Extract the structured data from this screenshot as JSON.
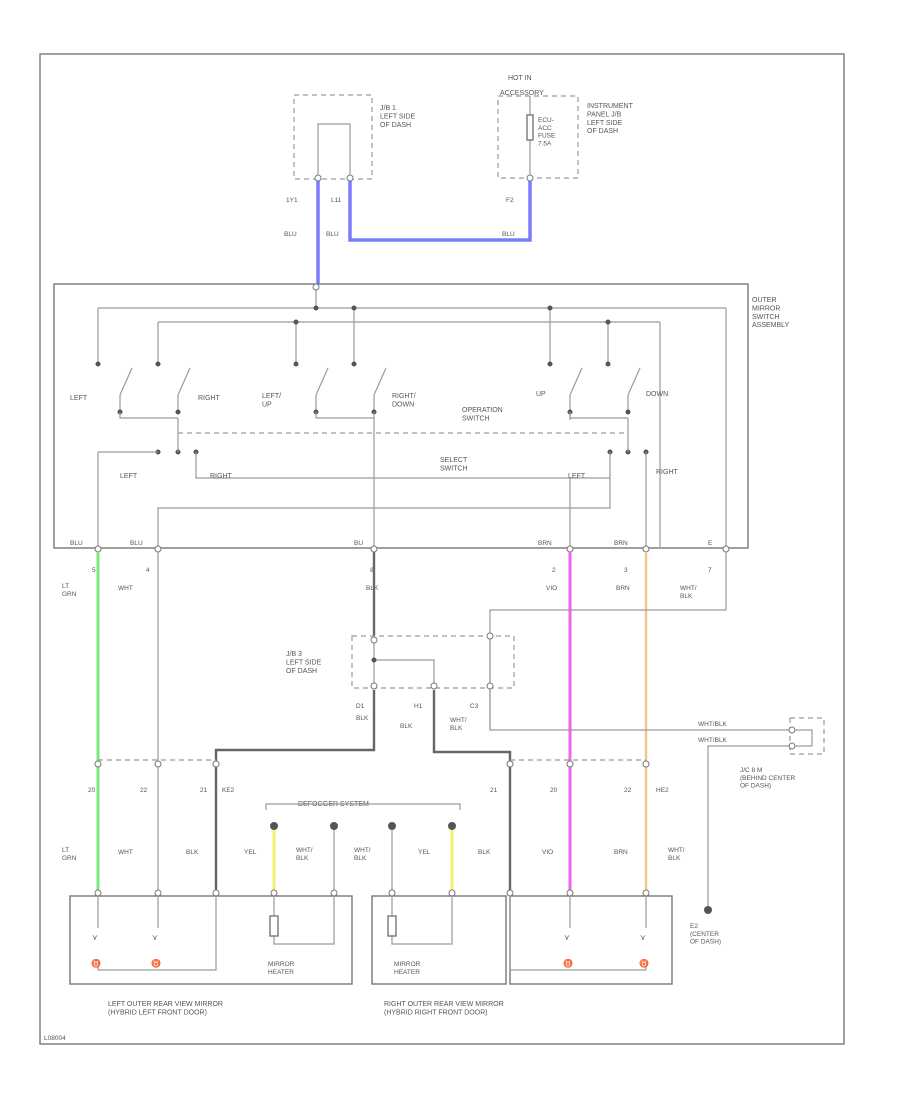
{
  "colors": {
    "blu": "#7b7bff",
    "grn": "#78e878",
    "vio": "#ee66ee",
    "brn": "#f0c890",
    "yel": "#f0f070",
    "grey": "#8a8a8a"
  },
  "top": {
    "jb1": "J/B 1\nLEFT SIDE\nOF DASH",
    "hot_in": "HOT IN",
    "hot_in_sub": "ACCESSORY",
    "fuse": "ECU-\nACC\nFUSE\n7.5A",
    "ipjb": "INSTRUMENT\nPANEL J/B\nLEFT SIDE\nOF DASH",
    "pins": {
      "l1a": "1Y1",
      "l1b": "L11",
      "f2": "F2"
    },
    "wires": {
      "blu1": "BLU",
      "blu2": "BLU",
      "blu3": "BLU"
    }
  },
  "switch": {
    "assembly": "OUTER\nMIRROR\nSWITCH\nASSEMBLY",
    "left": "LEFT",
    "right": "RIGHT",
    "left_up": "LEFT/\nUP",
    "right_down": "RIGHT/\nDOWN",
    "up": "UP",
    "down": "DOWN",
    "operation": "OPERATION\nSWITCH",
    "select": "SELECT\nSWITCH",
    "sel_left": "LEFT",
    "sel_right": "RIGHT",
    "sel_left2": "LEFT",
    "sel_right2": "RIGHT",
    "pin_labels": [
      "BLU",
      "BLU",
      "BU",
      "BRN",
      "BRN",
      "E"
    ]
  },
  "harness": {
    "pins": [
      "5",
      "4",
      "8",
      "2",
      "3",
      "7"
    ],
    "wires": [
      "LT\nGRN",
      "WHT",
      "BLK",
      "VIO",
      "BRN",
      "WHT/\nBLK"
    ]
  },
  "jb3": {
    "label": "J/B 3\nLEFT SIDE\nOF DASH",
    "pins": {
      "d1": "D1",
      "h1": "H1",
      "c3": "C3"
    },
    "wires": {
      "blk1": "BLK",
      "blk2": "BLK",
      "whtblk": "WHT/\nBLK"
    }
  },
  "ground_jc": {
    "w1": "WHT/BLK",
    "w2": "WHT/BLK",
    "label": "J/C 8 M\n(BEHIND CENTER\nOF DASH)",
    "ground": "E2\n(CENTER\nOF DASH)"
  },
  "mirror_pins_left": [
    "20",
    "22",
    "21",
    "KE2"
  ],
  "mirror_pins_right": [
    "21",
    "20",
    "22",
    "HE2"
  ],
  "defogger": "DEFOGGER SYSTEM",
  "lower_wires_left": [
    "LT\nGRN",
    "WHT",
    "BLK",
    "YEL",
    "WHT/\nBLK"
  ],
  "lower_wires_right": [
    "WHT/\nBLK",
    "YEL",
    "BLK",
    "VIO",
    "BRN",
    "WHT/\nBLK"
  ],
  "mirror_heater_left": "MIRROR\nHEATER",
  "mirror_heater_right": "MIRROR\nHEATER",
  "left_mirror": "LEFT OUTER REAR VIEW MIRROR\n(HYBRID LEFT FRONT DOOR)",
  "right_mirror": "RIGHT OUTER REAR VIEW MIRROR\n(HYBRID RIGHT FRONT DOOR)",
  "corner_code": "L08004"
}
